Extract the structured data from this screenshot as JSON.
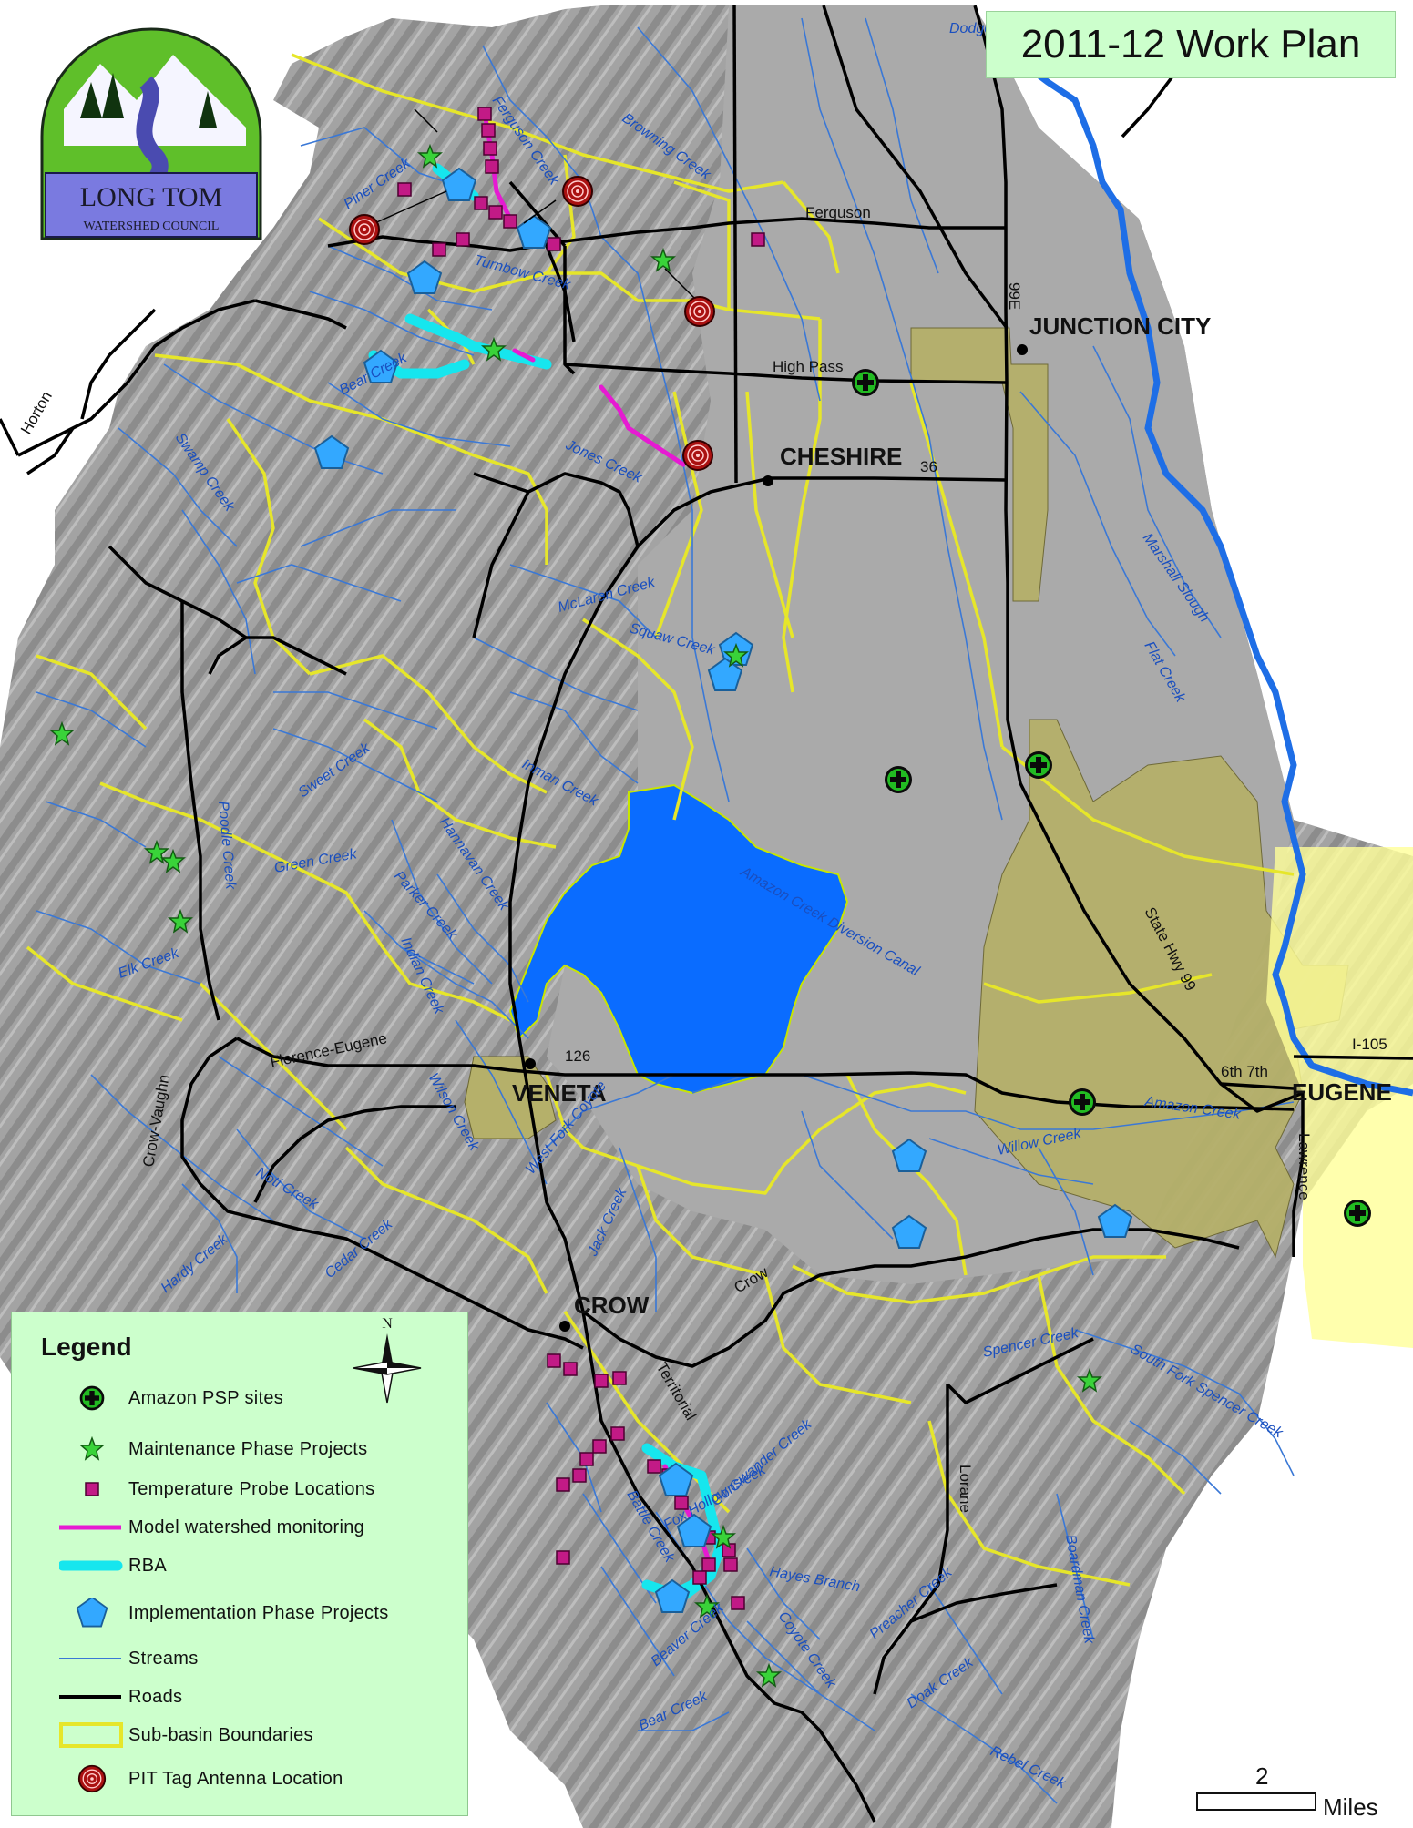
{
  "title": "2011-12 Work Plan",
  "logo": {
    "line1": "LONG TOM",
    "line2": "WATERSHED COUNCIL"
  },
  "colors": {
    "terrain": "#a3a3a3",
    "water": "#0a6cff",
    "urban": "#b5b06a",
    "subbasin_boundary": "#e6e62a",
    "roads": "#000000",
    "streams": "#3a78d6",
    "rba": "#16e6ee",
    "monitoring": "#e61ad2",
    "temp_probe": "#c21a86",
    "implementation": "#33a8ff",
    "maintenance": "#39d339",
    "psp": "#22bb22",
    "pit_tag": "#aa1111",
    "legend_bg": "#ccffcc"
  },
  "places": {
    "junction_city": "JUNCTION CITY",
    "cheshire": "CHESHIRE",
    "veneta": "VENETA",
    "crow": "CROW",
    "eugene": "EUGENE"
  },
  "roads": {
    "ferguson": "Ferguson",
    "high_pass": "High Pass",
    "hwy_99e": "99E",
    "hwy_36": "36",
    "hwy_126": "126",
    "florence_eugene": "Florence-Eugene",
    "crow_vaughn": "Crow-Vaughn",
    "crow": "Crow",
    "territorial": "Territorial",
    "lorane": "Lorane",
    "lawrence": "Lawrence",
    "state_hwy_99": "State Hwy 99",
    "i105": "I-105",
    "sixth_seventh": "6th 7th",
    "horton": "Horton"
  },
  "streams": {
    "ferguson_creek": "Ferguson Creek",
    "browning_creek": "Browning Creek",
    "piner_creek": "Piner Creek",
    "turnbow_creek": "Turnbow Creek",
    "bear_creek_north": "Bear Creek",
    "jones_creek": "Jones Creek",
    "swamp_creek": "Swamp Creek",
    "mclaren_creek": "McLaren Creek",
    "squaw_creek": "Squaw Creek",
    "sweet_creek": "Sweet Creek",
    "inman_creek": "Inman Creek",
    "hannavan_creek": "Hannavan Creek",
    "green_creek": "Green Creek",
    "parker_creek": "Parker Creek",
    "indian_creek": "Indian Creek",
    "elk_creek": "Elk Creek",
    "poodle_creek": "Poodle Creek",
    "wilson_creek": "Wilson Creek",
    "west_fork_coyote": "West Fork Coyote",
    "noti_creek": "Noti Creek",
    "hardy_creek": "Hardy Creek",
    "cedar_creek": "Cedar Creek",
    "jack_creek": "Jack Creek",
    "amazon_creek": "Amazon Creek",
    "amazon_diversion": "Amazon Creek Diversion Canal",
    "willow_creek": "Willow Creek",
    "marshall_slough": "Marshall Slough",
    "flat_creek": "Flat Creek",
    "spencer_creek": "Spencer Creek",
    "south_fork_spencer": "South Fork Spencer Creek",
    "fox_hollow_creek": "Fox Hollow Creek",
    "preacher_creek": "Preacher Creek",
    "doak_creek": "Doak Creek",
    "rebel_creek": "Rebel Creek",
    "bear_creek_south": "Bear Creek",
    "beaver_creek": "Beaver Creek",
    "coyote_creek": "Coyote Creek",
    "hayes_branch": "Hayes Branch",
    "battle_creek": "Battle Creek",
    "gonswander_creek": "Gonswander Creek",
    "boardman_creek": "Boardman Creek",
    "dodge": "Dodge"
  },
  "legend": {
    "title": "Legend",
    "items": [
      {
        "label": "Amazon PSP sites",
        "symbol": "plus-circle"
      },
      {
        "label": "Maintenance Phase Projects",
        "symbol": "star"
      },
      {
        "label": "Temperature Probe Locations",
        "symbol": "square"
      },
      {
        "label": "Model watershed monitoring",
        "symbol": "magenta-line"
      },
      {
        "label": "RBA",
        "symbol": "cyan-line"
      },
      {
        "label": "Implementation Phase Projects",
        "symbol": "pentagon"
      },
      {
        "label": "Streams",
        "symbol": "thin-blue-line"
      },
      {
        "label": "Roads",
        "symbol": "black-line"
      },
      {
        "label": "Sub-basin Boundaries",
        "symbol": "yellow-box"
      },
      {
        "label": "PIT Tag Antenna Location",
        "symbol": "bullseye"
      }
    ]
  },
  "north_arrow": "N",
  "scale": {
    "value": "2",
    "unit": "Miles"
  }
}
